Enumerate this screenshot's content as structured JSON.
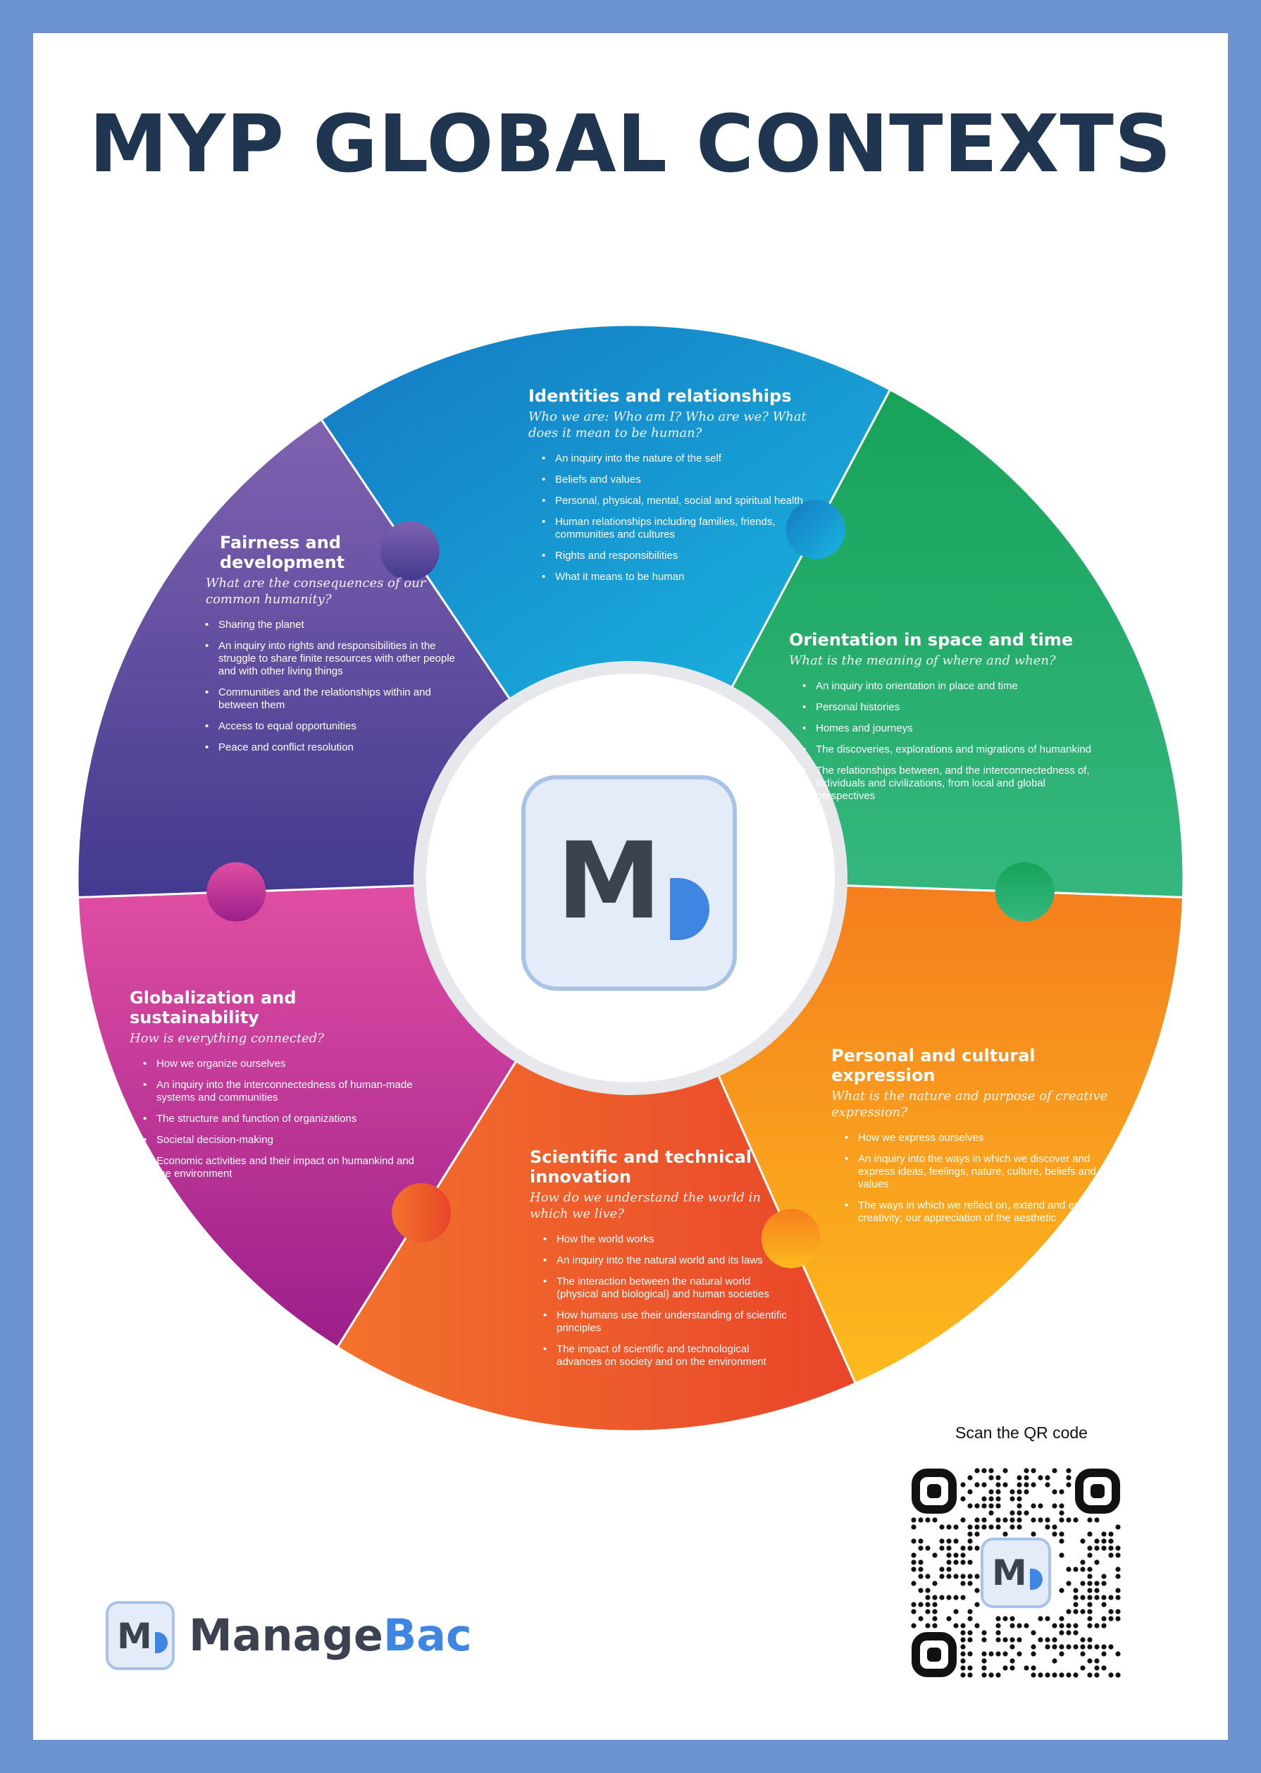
{
  "title": "MYP GLOBAL CONTEXTS",
  "logo": {
    "monogram": "M",
    "brand_first": "Manage",
    "brand_second": "Bac"
  },
  "colors": {
    "frame": "#6b93cf",
    "title": "#1f3550",
    "identities": "#1ea6d8",
    "orientation": "#22ad6c",
    "personal": "#f5921f",
    "scientific": "#ee5a2a",
    "globalization": "#c42c91",
    "fairness": "#5b3f99",
    "brand_blue": "#3f86e2"
  },
  "contexts": [
    {
      "id": "identities",
      "title": "Identities and relationships",
      "question": "Who we are: Who am I? Who are we? What does it mean to be human?",
      "items": [
        "An inquiry into the nature of the self",
        "Beliefs and values",
        "Personal, physical, mental, social and spiritual health",
        "Human relationships including families, friends, communities and cultures",
        "Rights and responsibilities",
        "What it means to be human"
      ]
    },
    {
      "id": "orientation",
      "title": "Orientation in space and time",
      "question": "What is the meaning of where and when?",
      "items": [
        "An inquiry into orientation in place and time",
        "Personal histories",
        "Homes and journeys",
        "The discoveries, explorations and migrations of humankind",
        "The relationships between, and the interconnectedness of, individuals and civilizations, from local and global perspectives"
      ]
    },
    {
      "id": "personal",
      "title": "Personal and cultural expression",
      "question": "What is the nature and purpose of creative expression?",
      "items": [
        "How we express ourselves",
        "An inquiry into the ways in which we discover and express ideas, feelings, nature, culture, beliefs and values",
        "The ways in which we reflect on, extend and enjoy our creativity; our appreciation of the aesthetic"
      ]
    },
    {
      "id": "scientific",
      "title": "Scientific and technical innovation",
      "question": "How do we understand the world in which we live?",
      "items": [
        "How the world works",
        "An inquiry into the natural world and its laws",
        "The interaction between the natural world (physical and biological) and human societies",
        "How humans use their understanding of scientific principles",
        "The impact of scientific and technological advances on society and on the environment"
      ]
    },
    {
      "id": "globalization",
      "title": "Globalization and sustainability",
      "question": "How is everything connected?",
      "items": [
        "How we organize ourselves",
        "An inquiry into the interconnectedness of human-made systems and communities",
        "The structure and function of organizations",
        "Societal decision-making",
        "Economic activities and their impact on humankind and the environment"
      ]
    },
    {
      "id": "fairness",
      "title": "Fairness and development",
      "question": "What are the consequences of our common humanity?",
      "items": [
        "Sharing the planet",
        "An inquiry into rights and responsibilities in the struggle to share finite resources with other people and with other living things",
        "Communities and the relationships within and between them",
        "Access to equal opportunities",
        "Peace and conflict resolution"
      ]
    }
  ],
  "qr": {
    "caption": "Scan the QR code"
  }
}
